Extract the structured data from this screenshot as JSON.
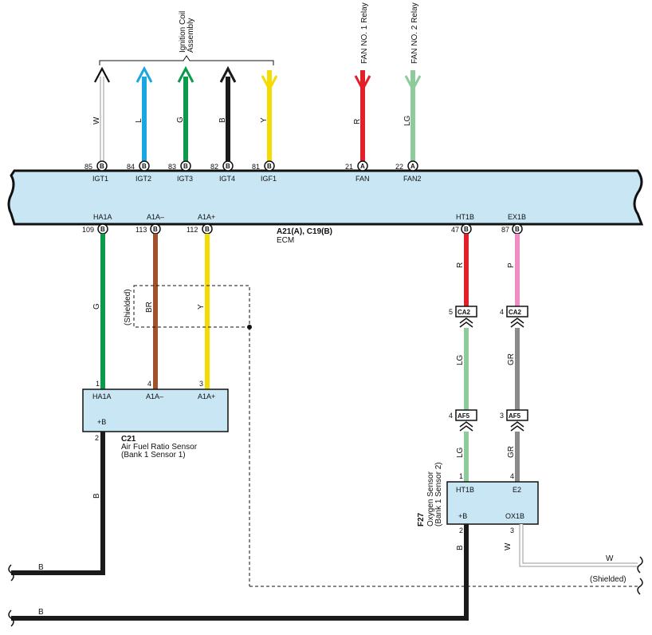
{
  "ecm": {
    "title": "A21(A), C19(B)",
    "name": "ECM",
    "top_pins": [
      {
        "num": "85",
        "conn": "B",
        "name": "IGT1"
      },
      {
        "num": "84",
        "conn": "B",
        "name": "IGT2"
      },
      {
        "num": "83",
        "conn": "B",
        "name": "IGT3"
      },
      {
        "num": "82",
        "conn": "B",
        "name": "IGT4"
      },
      {
        "num": "81",
        "conn": "B",
        "name": "IGF1"
      },
      {
        "num": "21",
        "conn": "A",
        "name": "FAN"
      },
      {
        "num": "22",
        "conn": "A",
        "name": "FAN2"
      }
    ],
    "bottom_pins": [
      {
        "num": "109",
        "conn": "B",
        "name": "HA1A"
      },
      {
        "num": "113",
        "conn": "B",
        "name": "A1A–"
      },
      {
        "num": "112",
        "conn": "B",
        "name": "A1A+"
      },
      {
        "num": "47",
        "conn": "B",
        "name": "HT1B"
      },
      {
        "num": "87",
        "conn": "B",
        "name": "EX1B"
      }
    ]
  },
  "ignition": {
    "label_line1": "Ignition Coil",
    "label_line2": "Assembly",
    "wire_colors": [
      "W",
      "L",
      "G",
      "B",
      "Y"
    ]
  },
  "relays": {
    "fan1": "FAN NO. 1 Relay",
    "fan2": "FAN NO. 2 Relay",
    "fan1_color": "R",
    "fan2_color": "LG"
  },
  "af_sensor": {
    "code": "C21",
    "name_line1": "Air Fuel Ratio Sensor",
    "name_line2": "(Bank 1 Sensor 1)",
    "pins": [
      {
        "num": "1",
        "name": "HA1A"
      },
      {
        "num": "4",
        "name": "A1A–"
      },
      {
        "num": "3",
        "name": "A1A+"
      }
    ],
    "power_pin": "+B",
    "power_num": "2",
    "wire_colors": [
      "G",
      "BR",
      "Y"
    ],
    "shielded": "(Shielded)",
    "power_color": "B"
  },
  "o2_sensor": {
    "code": "F27",
    "name_line1": "Oxygen Sensor",
    "name_line2": "(Bank 1 Sensor 2)",
    "pins": [
      {
        "num": "1",
        "name": "HT1B"
      },
      {
        "num": "4",
        "name": "E2"
      },
      {
        "num": "2",
        "name": "+B"
      },
      {
        "num": "3",
        "name": "OX1B"
      }
    ],
    "wire_colors_upper": [
      "R",
      "P"
    ],
    "wire_colors_mid": [
      "LG",
      "GR"
    ],
    "wire_colors_lower": [
      "LG",
      "GR"
    ],
    "power_color": "B",
    "signal_color": "W"
  },
  "connectors": {
    "ca2_left": {
      "num": "5",
      "code": "CA2"
    },
    "ca2_right": {
      "num": "4",
      "code": "CA2"
    },
    "af5_left": {
      "num": "4",
      "code": "AF5"
    },
    "af5_right": {
      "num": "3",
      "code": "AF5"
    }
  },
  "bottom": {
    "wire1": "B",
    "wire2": "B",
    "w_label": "W",
    "shielded": "(Shielded)"
  },
  "colors": {
    "ecm_fill": "#c9e6f5",
    "white_wire": "#d8d8d8",
    "blue_wire": "#1aa6e0",
    "green_wire": "#0a9a4a",
    "black_wire": "#1a1a1a",
    "yellow_wire": "#f5dc00",
    "red_wire": "#e3202a",
    "light_green_wire": "#8dcc9a",
    "brown_wire": "#a0522d",
    "pink_wire": "#f08cc4",
    "gray_wire": "#8a8a8a"
  }
}
